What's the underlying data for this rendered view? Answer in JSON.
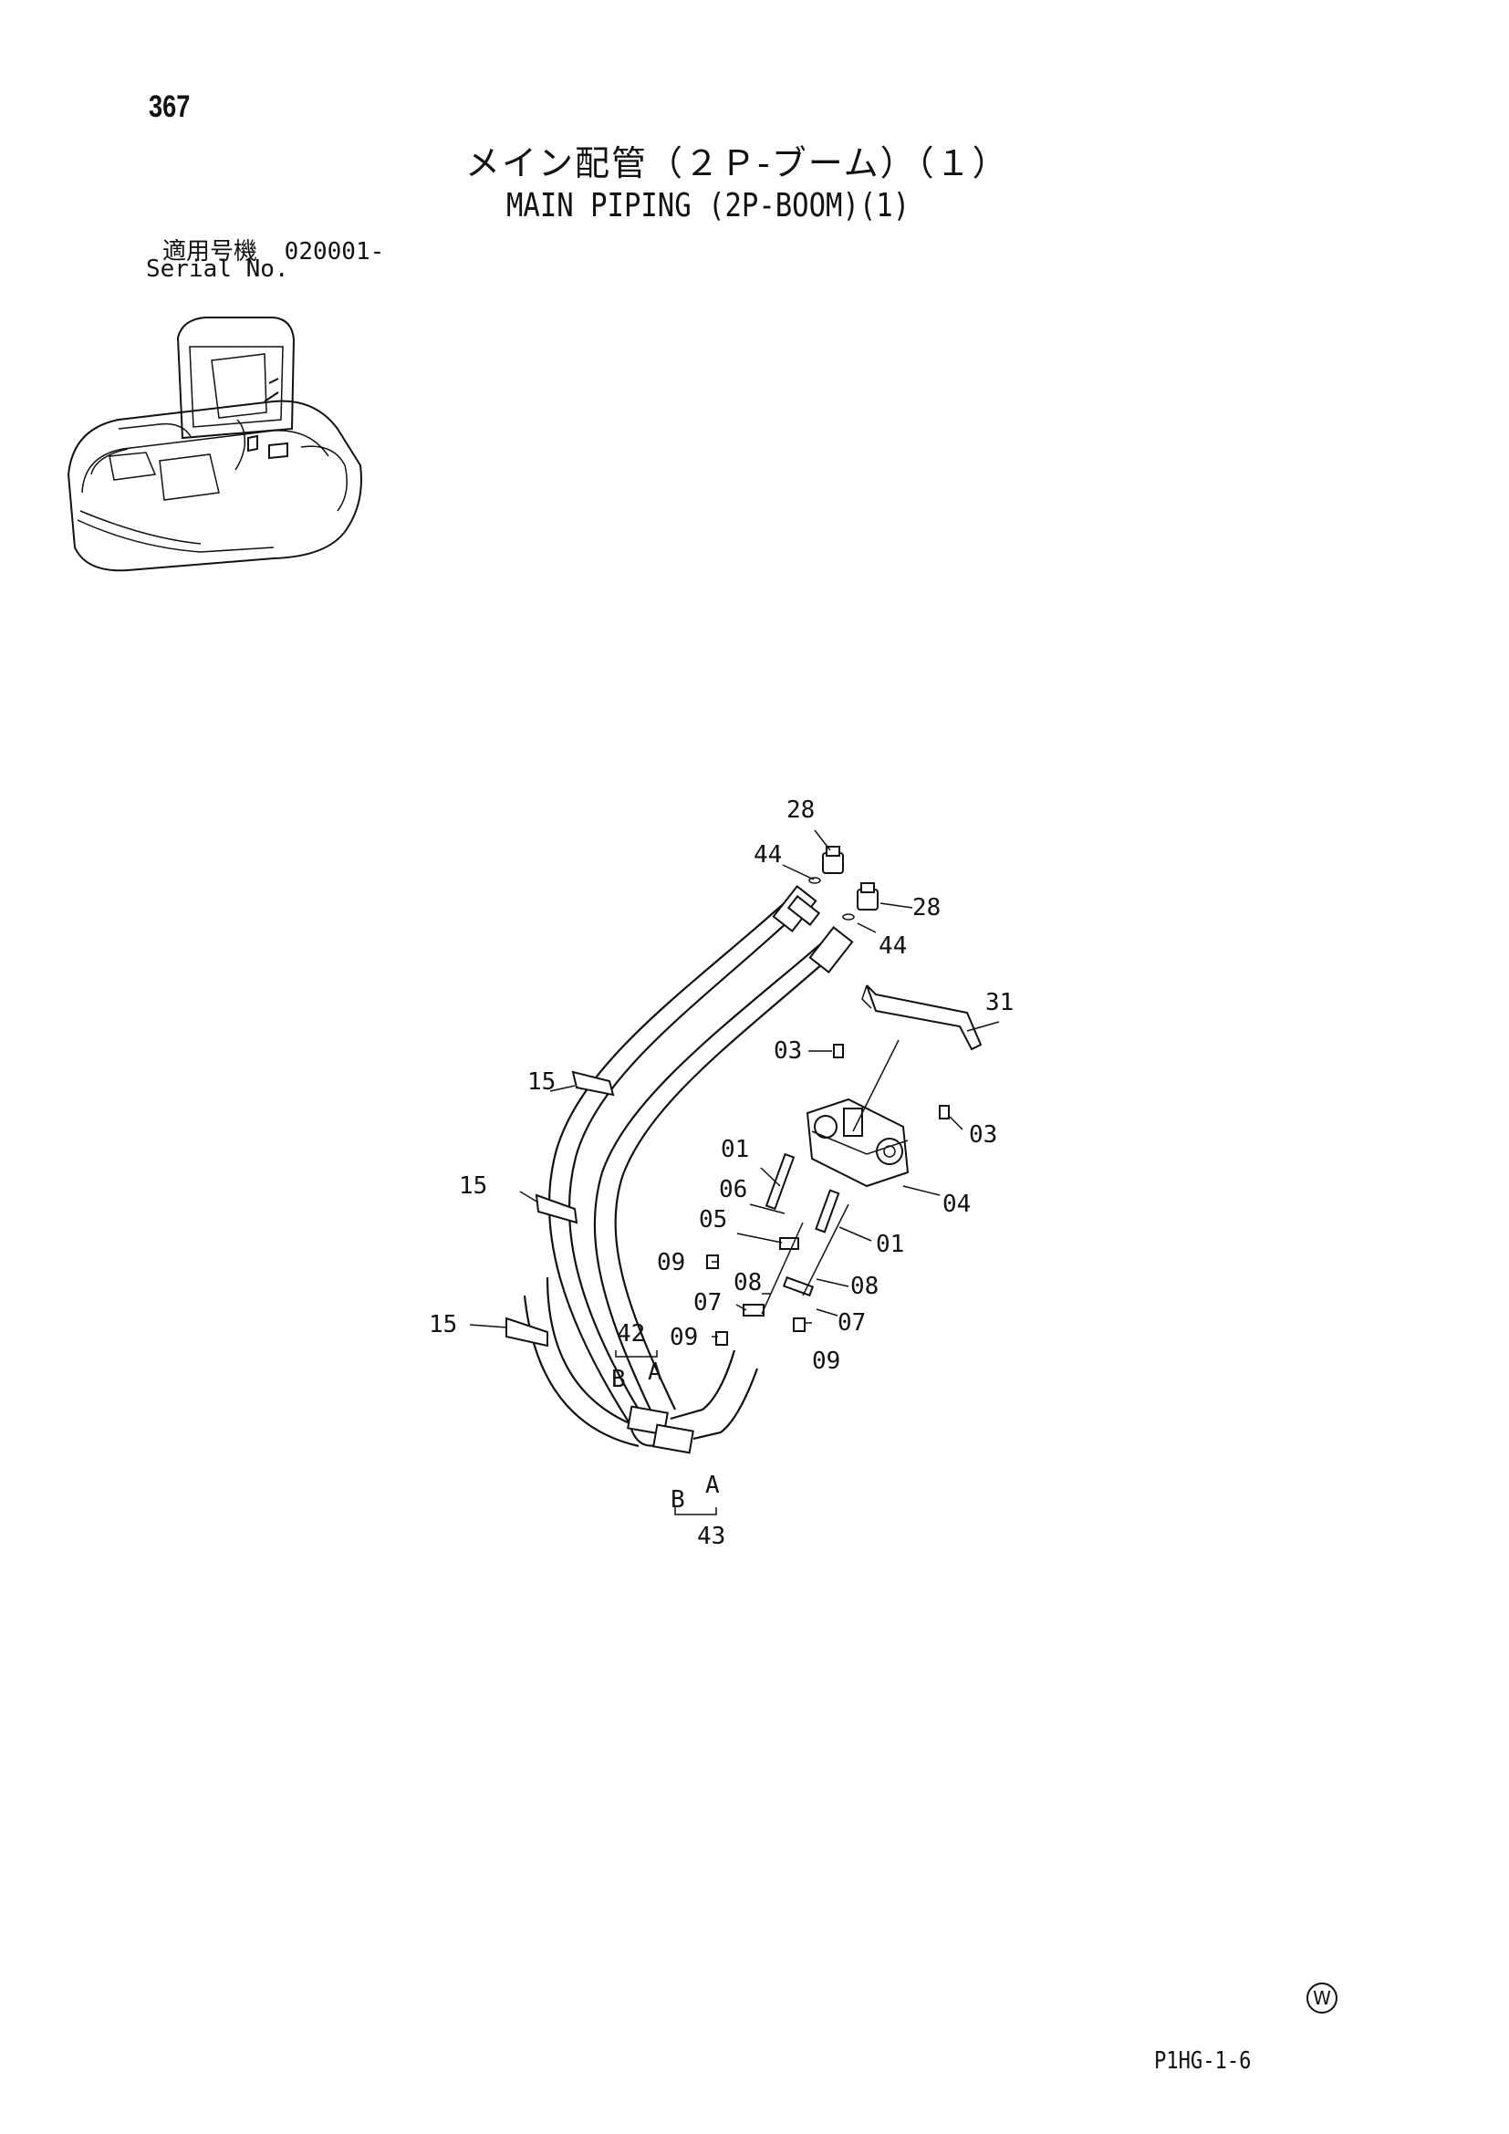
{
  "page": {
    "number": "367",
    "title_jp": "メイン配管（２Ｐ-ブーム）（１）",
    "title_en": "MAIN PIPING (2P-BOOM)(1)",
    "serial_label_jp": "適用号機",
    "serial_value": "020001-",
    "serial_label_en": "Serial No.",
    "w_mark": "W",
    "doc_code": "P1HG-1-6"
  },
  "callouts": {
    "c28a": "28",
    "c44a": "44",
    "c28b": "28",
    "c44b": "44",
    "c31": "31",
    "c03a": "03",
    "c03b": "03",
    "c15a": "15",
    "c15b": "15",
    "c15c": "15",
    "c01a": "01",
    "c06": "06",
    "c05": "05",
    "c04": "04",
    "c01b": "01",
    "c09a": "09",
    "c08a": "08",
    "c07a": "07",
    "c08b": "08",
    "c09b": "09",
    "c07b": "07",
    "c09c": "09",
    "c42": "42",
    "cB1": "B",
    "cA1": "A",
    "cB2": "B",
    "cA2": "A",
    "c43": "43"
  }
}
